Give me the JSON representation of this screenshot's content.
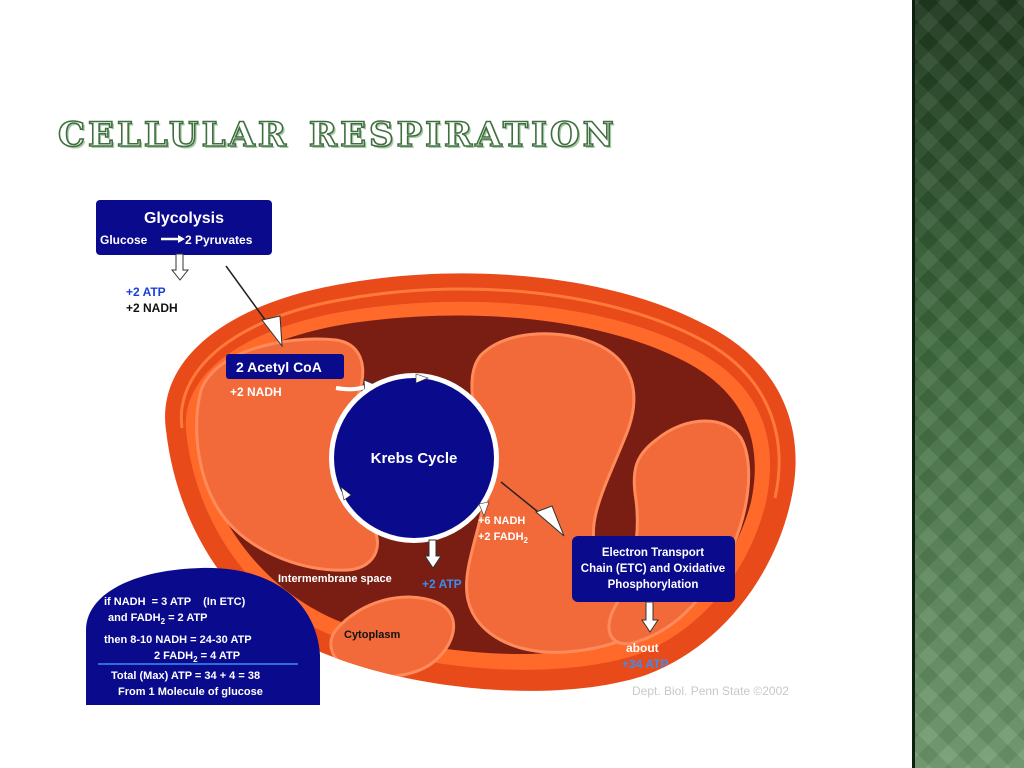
{
  "slide": {
    "title": "Cellular Respiration"
  },
  "diagram": {
    "glycolysis": {
      "title": "Glycolysis",
      "glucose": "Glucose",
      "pyruvates": "2 Pyruvates",
      "atp": "+2 ATP",
      "nadh": "+2 NADH"
    },
    "acetyl": {
      "label": "2 Acetyl CoA",
      "nadh": "+2 NADH"
    },
    "krebs": {
      "label": "Krebs Cycle",
      "nadh": "+6 NADH",
      "fadh_main": "+2 FADH",
      "fadh_sub": "2",
      "atp": "+2 ATP"
    },
    "etc": {
      "line1": "Electron Transport",
      "line2": "Chain (ETC) and Oxidative",
      "line3": "Phosphorylation",
      "about": "about",
      "atp": "+34 ATP"
    },
    "labels": {
      "intermembrane": "Intermembrane space",
      "cytoplasm": "Cytoplasm"
    },
    "summary": {
      "l1": "if NADH  = 3 ATP    (In ETC)",
      "l2a": "and FADH",
      "l2b": "2",
      "l2c": " = 2 ATP",
      "l3": "then 8-10 NADH = 24-30 ATP",
      "l4a": "2 FADH",
      "l4b": "2",
      "l4c": " = 4 ATP",
      "l5": "Total (Max) ATP = 34 + 4 = 38",
      "l6": "From 1 Molecule of glucose"
    },
    "credit": "Dept. Biol. Penn State ©2002"
  },
  "colors": {
    "navy": "#0a0a8c",
    "outer_membrane": "#e84a1a",
    "matrix": "#7a1e14",
    "cristae": "#f26a3a",
    "atp_blue": "#3a8ef0",
    "title_green": "#3f6f3f"
  }
}
